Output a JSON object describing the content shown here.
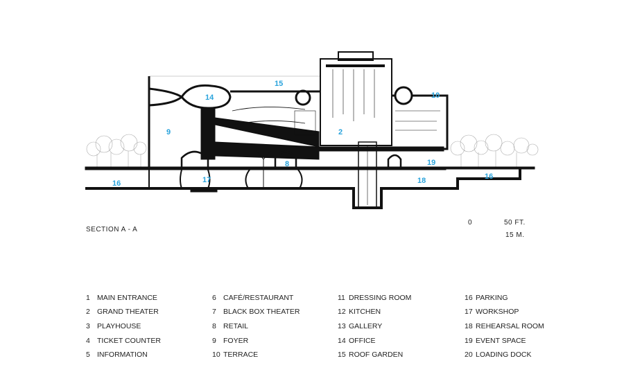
{
  "title": "SECTION A - A",
  "scale_bar": {
    "zero": "0",
    "feet": "50 FT.",
    "meters": "15 M."
  },
  "colors": {
    "room_label": "#29a3dc",
    "ink": "#111111"
  },
  "room_labels": [
    "15",
    "14",
    "10",
    "9",
    "2",
    "8",
    "19",
    "16",
    "17",
    "18",
    "16"
  ],
  "legend": [
    {
      "num": "1",
      "label": "MAIN ENTRANCE"
    },
    {
      "num": "2",
      "label": "GRAND THEATER"
    },
    {
      "num": "3",
      "label": "PLAYHOUSE"
    },
    {
      "num": "4",
      "label": "TICKET COUNTER"
    },
    {
      "num": "5",
      "label": "INFORMATION"
    },
    {
      "num": "6",
      "label": "CAFÉ/RESTAURANT"
    },
    {
      "num": "7",
      "label": "BLACK BOX THEATER"
    },
    {
      "num": "8",
      "label": "RETAIL"
    },
    {
      "num": "9",
      "label": "FOYER"
    },
    {
      "num": "10",
      "label": "TERRACE"
    },
    {
      "num": "11",
      "label": "DRESSING ROOM"
    },
    {
      "num": "12",
      "label": "KITCHEN"
    },
    {
      "num": "13",
      "label": "GALLERY"
    },
    {
      "num": "14",
      "label": "OFFICE"
    },
    {
      "num": "15",
      "label": "ROOF GARDEN"
    },
    {
      "num": "16",
      "label": "PARKING"
    },
    {
      "num": "17",
      "label": "WORKSHOP"
    },
    {
      "num": "18",
      "label": "REHEARSAL ROOM"
    },
    {
      "num": "19",
      "label": "EVENT SPACE"
    },
    {
      "num": "20",
      "label": "LOADING DOCK"
    }
  ]
}
